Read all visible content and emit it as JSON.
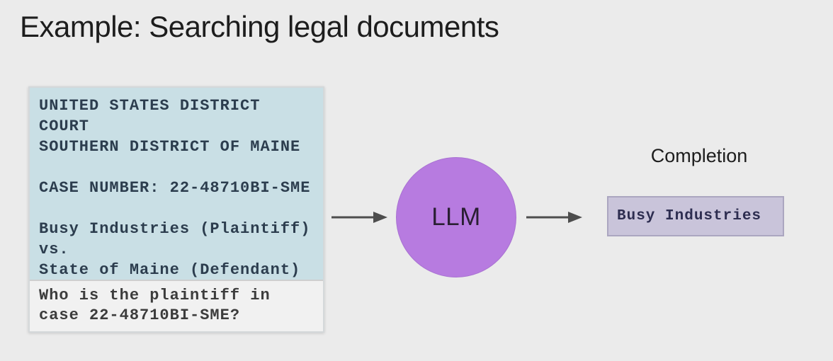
{
  "slide": {
    "title": "Example: Searching legal documents"
  },
  "prompt_document": {
    "body_lines": [
      "UNITED STATES DISTRICT",
      "COURT",
      "SOUTHERN DISTRICT OF MAINE",
      "",
      "CASE NUMBER: 22-48710BI-SME",
      "",
      "Busy Industries (Plaintiff)",
      "vs.",
      "State of Maine (Defendant)"
    ],
    "question_lines": [
      "Who is the plaintiff in",
      "case 22-48710BI-SME?"
    ]
  },
  "llm_node": {
    "label": "LLM"
  },
  "output": {
    "heading": "Completion",
    "value": "Busy Industries"
  },
  "colors": {
    "page_background": "#ebebeb",
    "document_background": "#c9dfe5",
    "question_background": "#f1f1f1",
    "document_text": "#2c3d4e",
    "llm_circle_fill": "#b77be0",
    "completion_box_fill": "#c9c4da",
    "completion_box_border": "#aba6c0",
    "arrow_stroke": "#4d4d4d",
    "title_text": "#1d1d1d"
  }
}
